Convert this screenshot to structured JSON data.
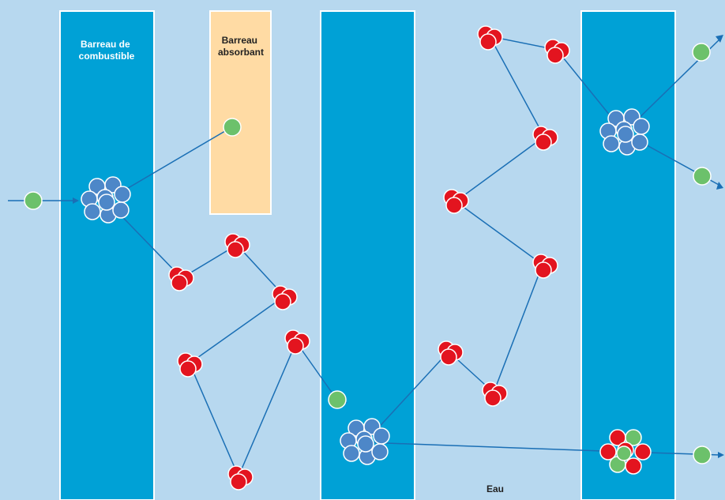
{
  "labels": {
    "fuel_rod": [
      "Barreau de",
      "combustible"
    ],
    "absorber_rod": [
      "Barreau",
      "absorbant"
    ],
    "water": "Eau"
  },
  "colors": {
    "background": "#b7d8ef",
    "fuel_rod": "#00a1d6",
    "absorber_rod": "#ffdba4",
    "neutron": "#6cc16b",
    "proton": "#e3141f",
    "nucleus": "#4d87c8",
    "path": "#1a6fb5"
  },
  "legend_icons": [
    "neutron-icon",
    "fission-fragment-icon",
    "uranium-nucleus-icon"
  ]
}
